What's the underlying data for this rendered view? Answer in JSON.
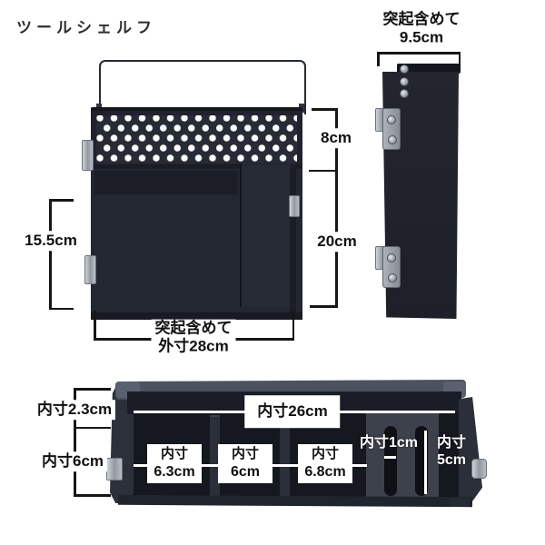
{
  "title": "ツールシェルフ",
  "colors": {
    "product_body": "#232732",
    "rail_slate": "#4b5260",
    "dimension_line": "#161616",
    "label_text": "#111111",
    "white_annotation": "#ffffff"
  },
  "front_view": {
    "dim_height_lower": "15.5cm",
    "dim_height_top": "8cm",
    "dim_height_main": "20cm",
    "dim_width_note": "突起含めて",
    "dim_width_value": "外寸28cm"
  },
  "side_view": {
    "dim_depth_note": "突起含めて",
    "dim_depth_value": "9.5cm"
  },
  "bottom_view": {
    "dim_back_slot_depth": "内寸2.3cm",
    "dim_tray_depth": "内寸6cm",
    "dim_inner_width": "内寸26cm",
    "compartments": [
      {
        "label_line1": "内寸",
        "label_line2": "6.3cm"
      },
      {
        "label_line1": "内寸",
        "label_line2": "6cm"
      },
      {
        "label_line1": "内寸",
        "label_line2": "6.8cm"
      }
    ],
    "dim_slot_width": "内寸1cm",
    "dim_right_line1": "内寸",
    "dim_right_line2": "5cm"
  }
}
